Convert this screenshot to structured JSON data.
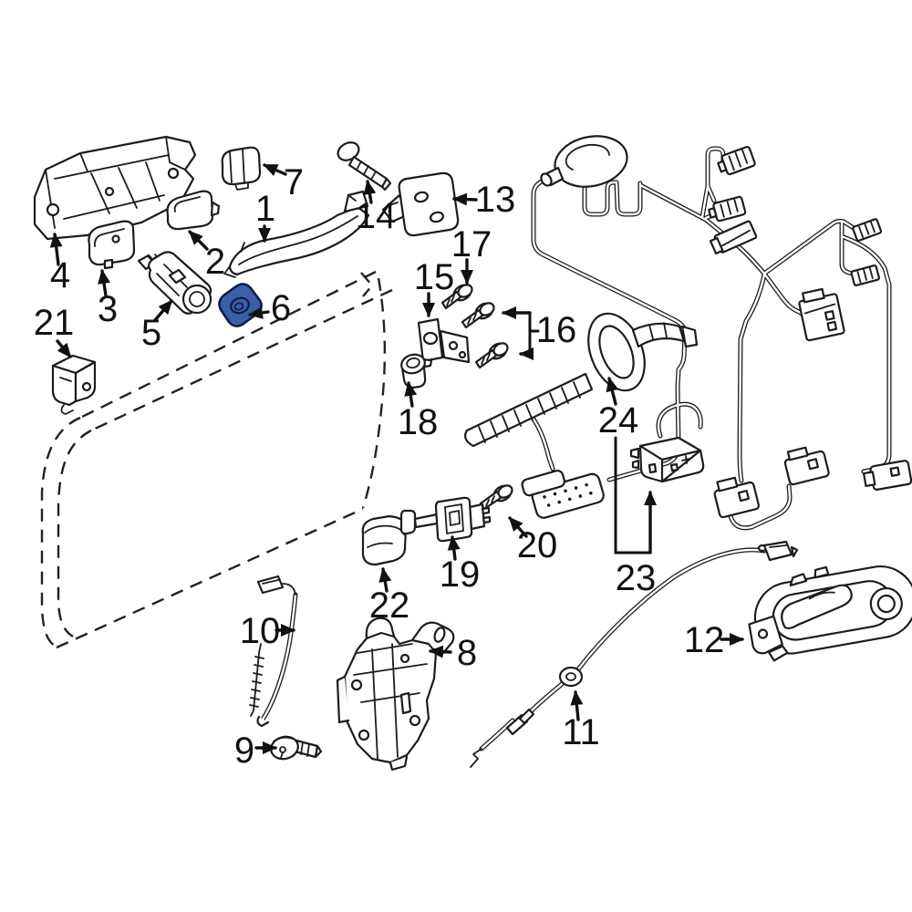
{
  "diagram": {
    "kind": "exploded-parts-diagram",
    "subject": "front door lock hardware and wiring",
    "background": "#ffffff",
    "line_color": "#1c1c1c",
    "label_color": "#111111",
    "highlight": {
      "part": "6",
      "fill": "#3c5fa6",
      "stroke": "#0e1d49",
      "ring": "#0e1d49"
    },
    "callouts": {
      "n1": "1",
      "n2": "2",
      "n3": "3",
      "n4": "4",
      "n5": "5",
      "n6": "6",
      "n7": "7",
      "n8": "8",
      "n9": "9",
      "n10": "10",
      "n11": "11",
      "n12": "12",
      "n13": "13",
      "n14": "14",
      "n15": "15",
      "n16": "16",
      "n17": "17",
      "n18": "18",
      "n19": "19",
      "n20": "20",
      "n21": "21",
      "n22": "22",
      "n23": "23",
      "n24": "24"
    }
  }
}
